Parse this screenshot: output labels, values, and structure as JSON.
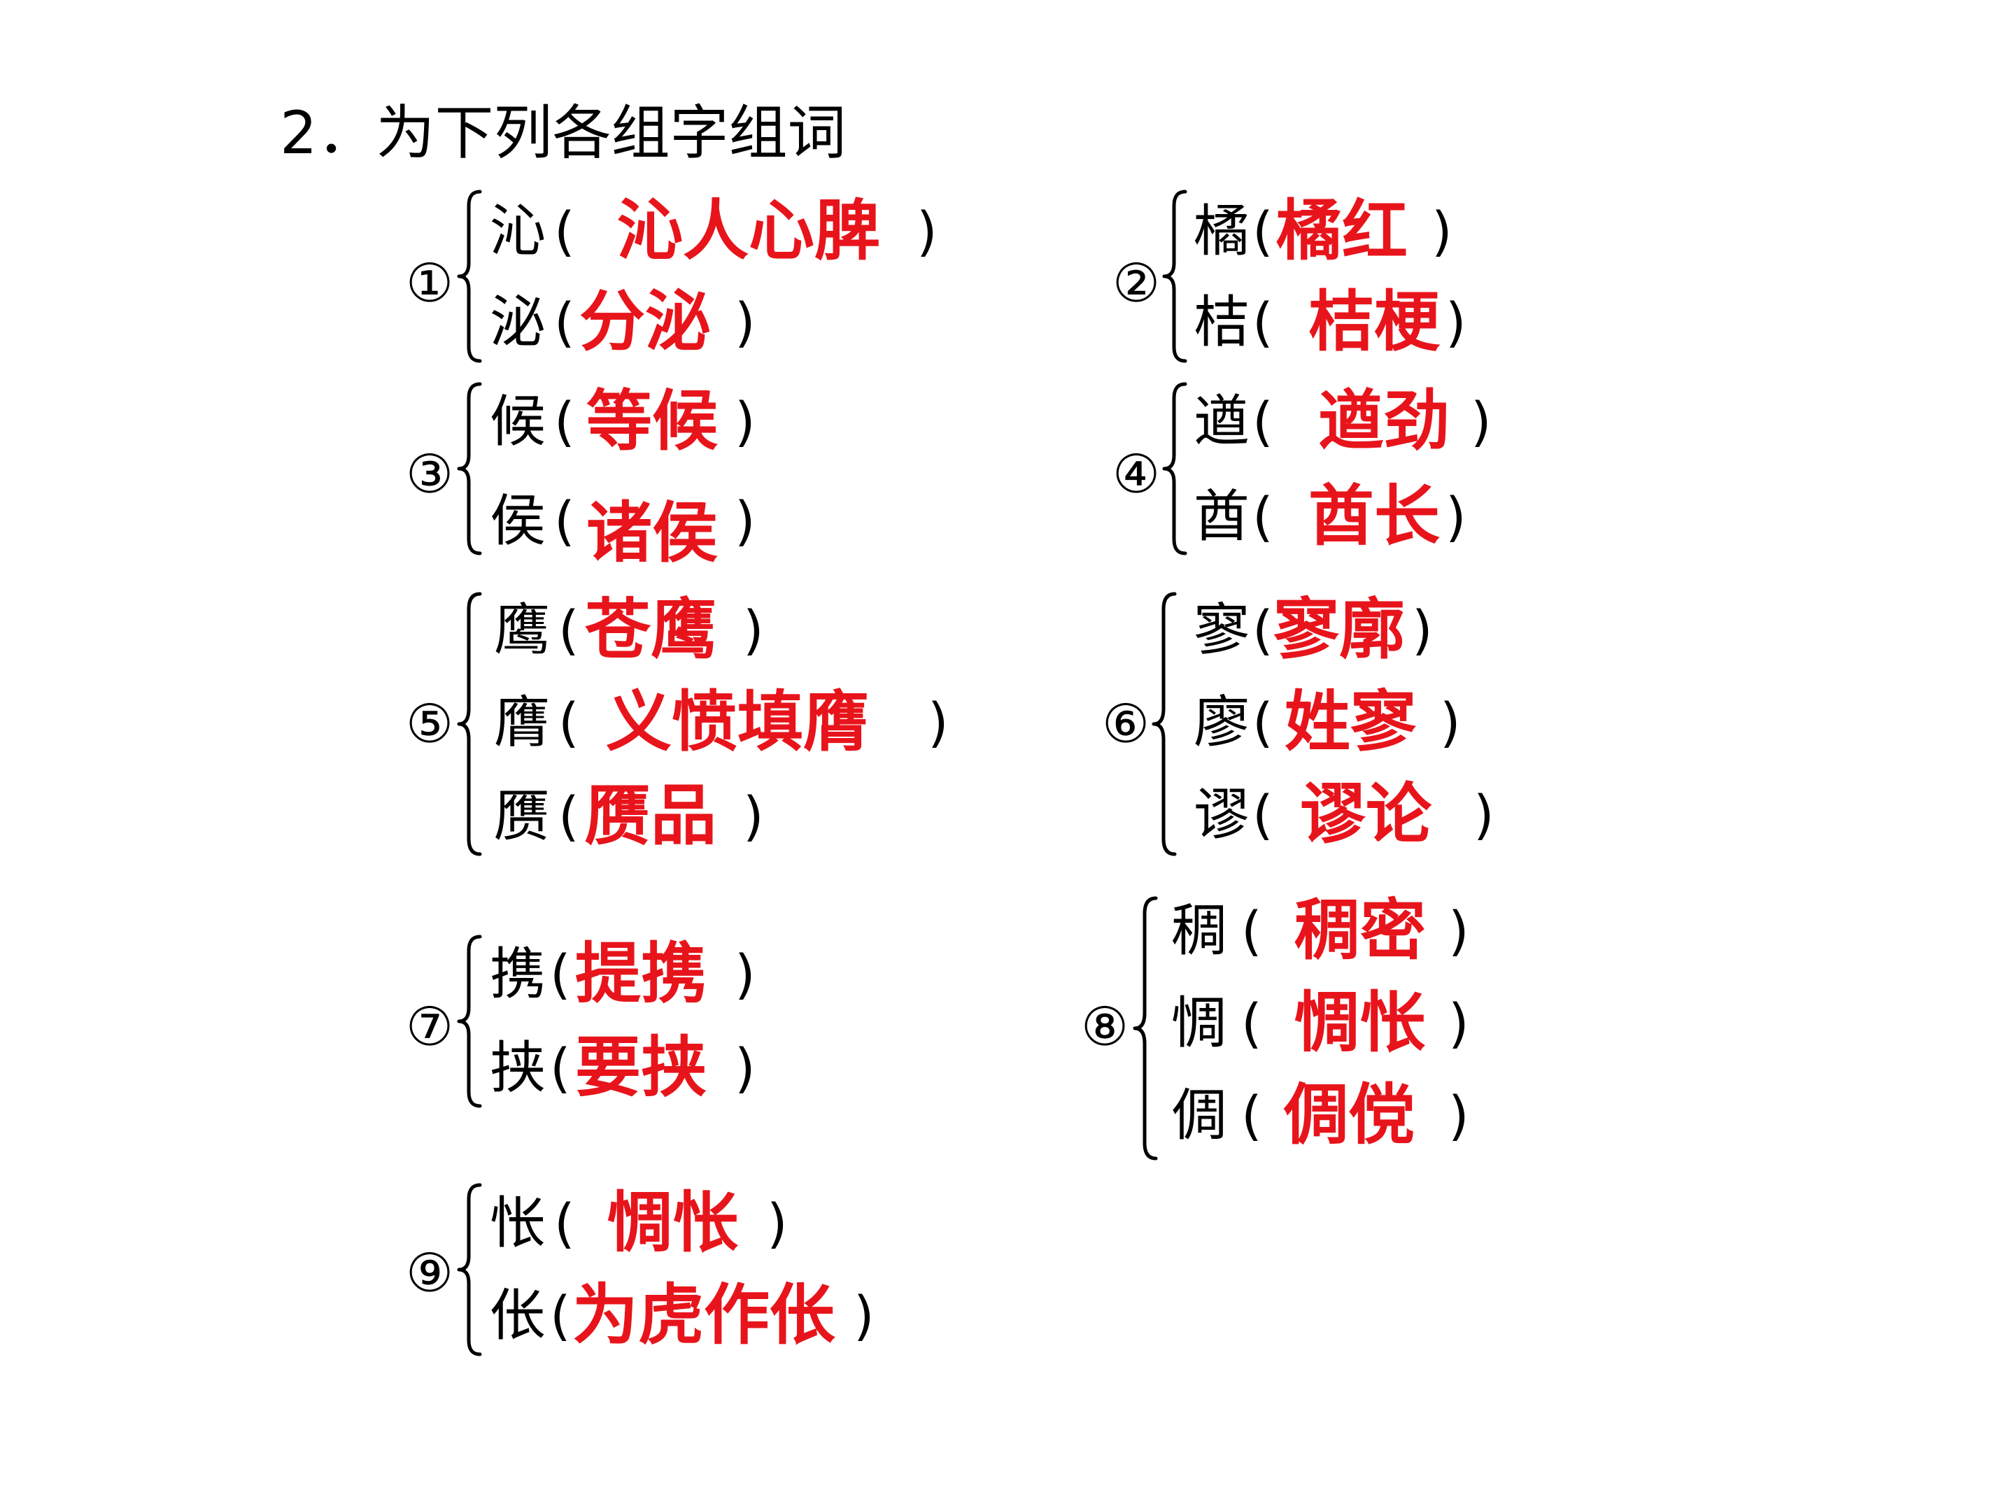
{
  "title": "2．为下列各组字组词",
  "answer_color": "#e8141b",
  "groups": [
    {
      "num": "①",
      "rows": [
        {
          "char": "沁",
          "open": "(",
          "answer": "沁人心脾",
          "close": ")"
        },
        {
          "char": "泌",
          "open": "(",
          "answer": "分泌",
          "close": ")"
        }
      ]
    },
    {
      "num": "②",
      "rows": [
        {
          "char": "橘",
          "open": "(",
          "answer": "橘红",
          "close": ")"
        },
        {
          "char": "桔",
          "open": "(",
          "answer": "桔梗",
          "close": ")"
        }
      ]
    },
    {
      "num": "③",
      "rows": [
        {
          "char": "候",
          "open": "(",
          "answer": "等候",
          "close": ")"
        },
        {
          "char": "侯",
          "open": "(",
          "answer": "诸侯",
          "close": ")"
        }
      ]
    },
    {
      "num": "④",
      "rows": [
        {
          "char": "遒",
          "open": "(",
          "answer": "遒劲",
          "close": ")"
        },
        {
          "char": "酋",
          "open": "(",
          "answer": "酋长",
          "close": ")"
        }
      ]
    },
    {
      "num": "⑤",
      "rows": [
        {
          "char": "鹰",
          "open": "(",
          "answer": "苍鹰",
          "close": ")"
        },
        {
          "char": "膺",
          "open": "(",
          "answer": "义愤填膺",
          "close": ")"
        },
        {
          "char": "赝",
          "open": "(",
          "answer": "赝品",
          "close": ")"
        }
      ]
    },
    {
      "num": "⑥",
      "rows": [
        {
          "char": "寥",
          "open": "(",
          "answer": "寥廓",
          "close": ")"
        },
        {
          "char": "廖",
          "open": "(",
          "answer": "姓寥",
          "close": ")"
        },
        {
          "char": "谬",
          "open": "(",
          "answer": "谬论",
          "close": ")"
        }
      ]
    },
    {
      "num": "⑦",
      "rows": [
        {
          "char": "携",
          "open": "(",
          "answer": "提携",
          "close": ")"
        },
        {
          "char": "挟",
          "open": "(",
          "answer": "要挟",
          "close": ")"
        }
      ]
    },
    {
      "num": "⑧",
      "rows": [
        {
          "char": "稠",
          "open": "(",
          "answer": "稠密",
          "close": ")"
        },
        {
          "char": "惆",
          "open": "(",
          "answer": "惆怅",
          "close": ")"
        },
        {
          "char": "倜",
          "open": "(",
          "answer": "倜傥",
          "close": ")"
        }
      ]
    },
    {
      "num": "⑨",
      "rows": [
        {
          "char": "怅",
          "open": "(",
          "answer": "惆怅",
          "close": ")"
        },
        {
          "char": "伥",
          "open": "(",
          "answer": "为虎作伥",
          "close": ")"
        }
      ]
    }
  ]
}
